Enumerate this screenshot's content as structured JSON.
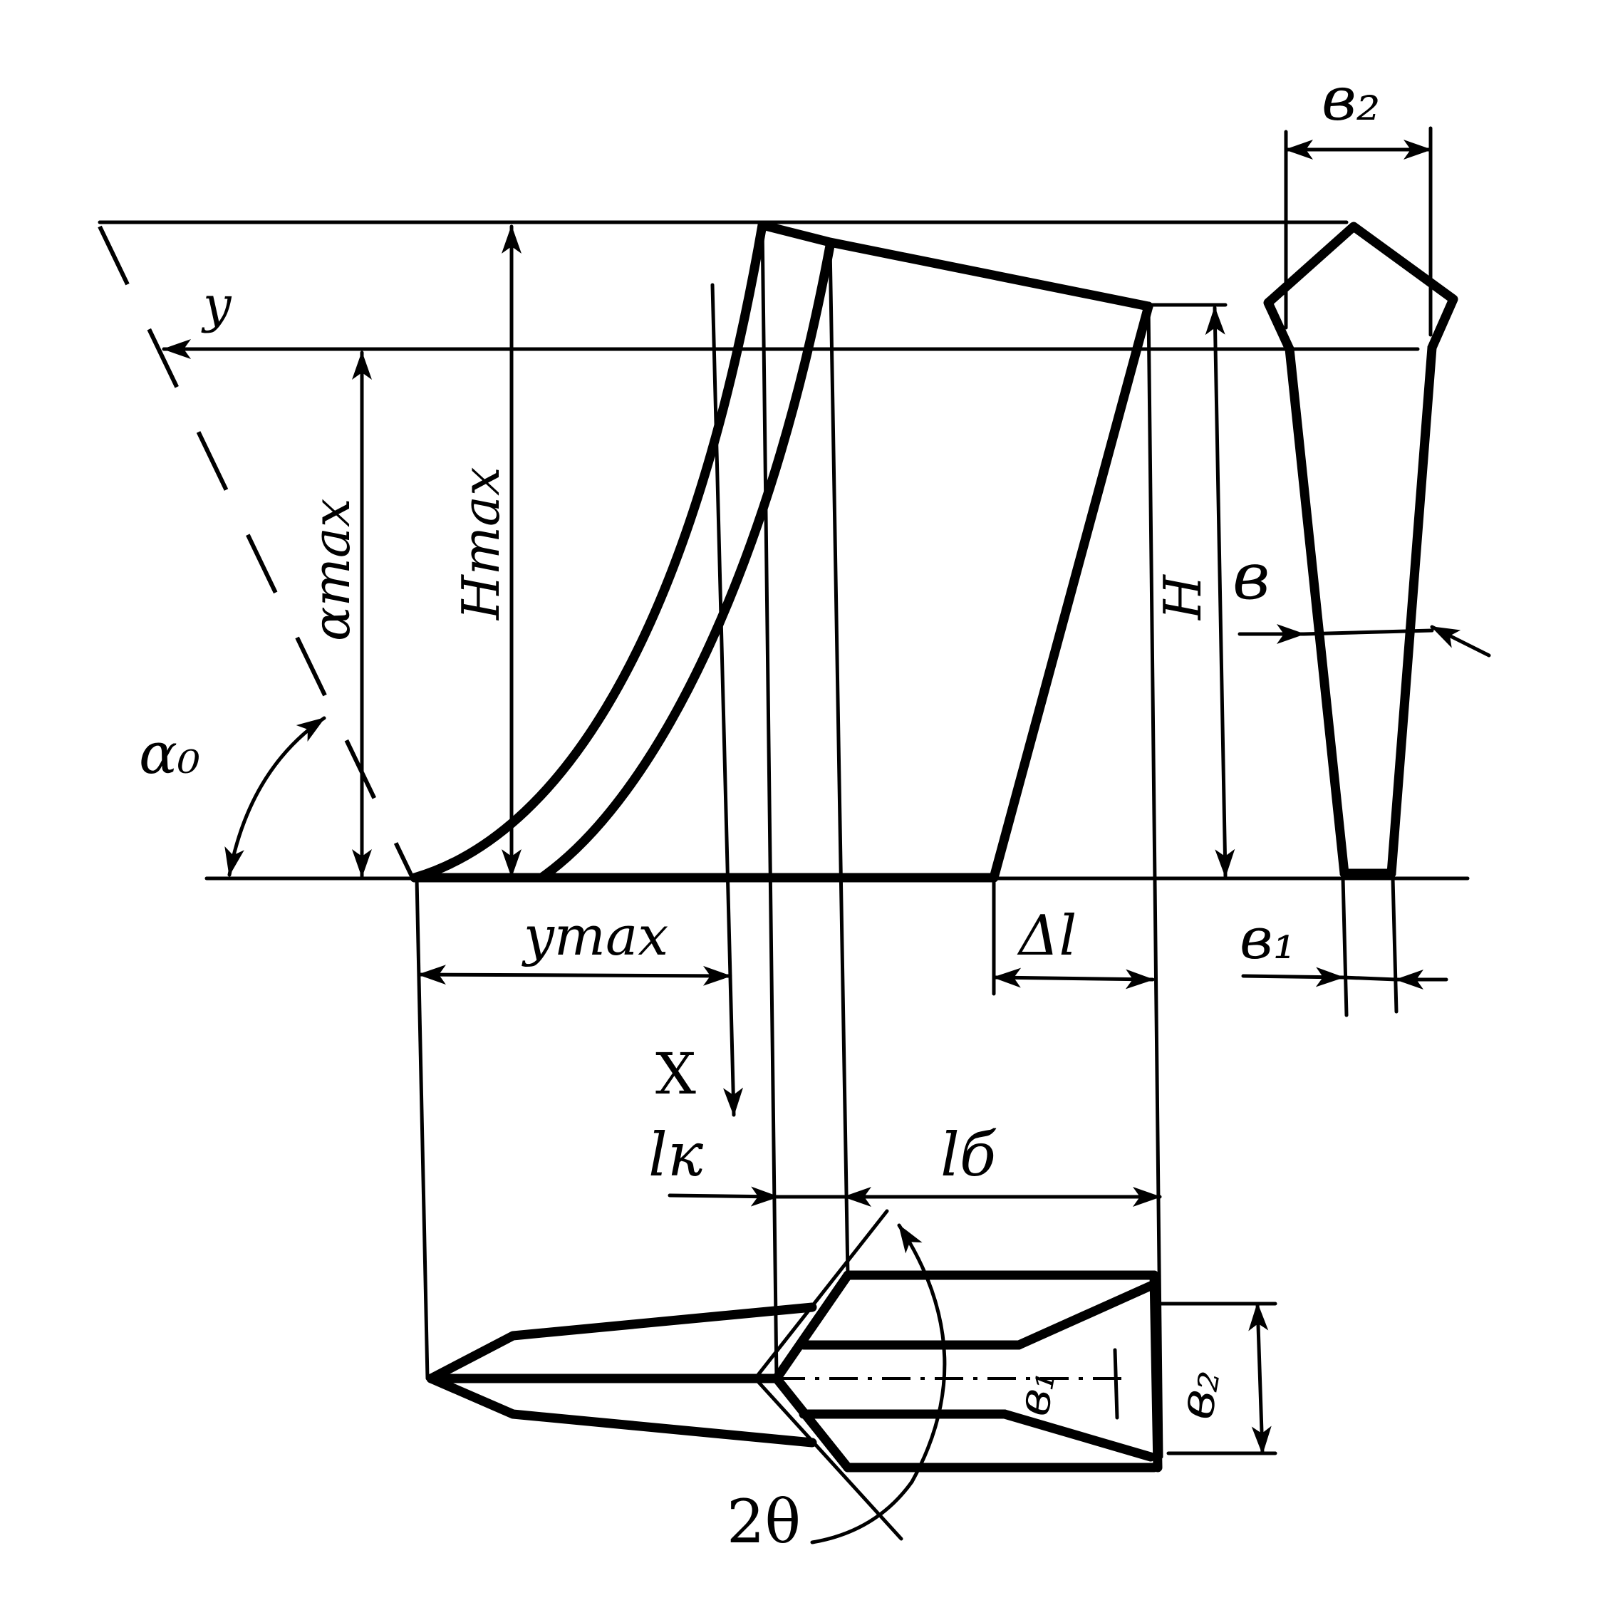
{
  "labels": {
    "y_axis": "y",
    "a_max": "αmax",
    "h_max": "Hmax",
    "alpha0": "α₀",
    "y_max": "ymax",
    "x_axis": "X",
    "h": "H",
    "b": "в",
    "b1": "в₁",
    "b2": "в₂",
    "delta_l": "Δl",
    "l_k": "lк",
    "l_b": "lб",
    "b1_bottom": "в₁",
    "b2_bottom": "в₂",
    "two_theta": "2θ"
  },
  "colors": {
    "ink": "#000000",
    "paper": "#ffffff"
  }
}
